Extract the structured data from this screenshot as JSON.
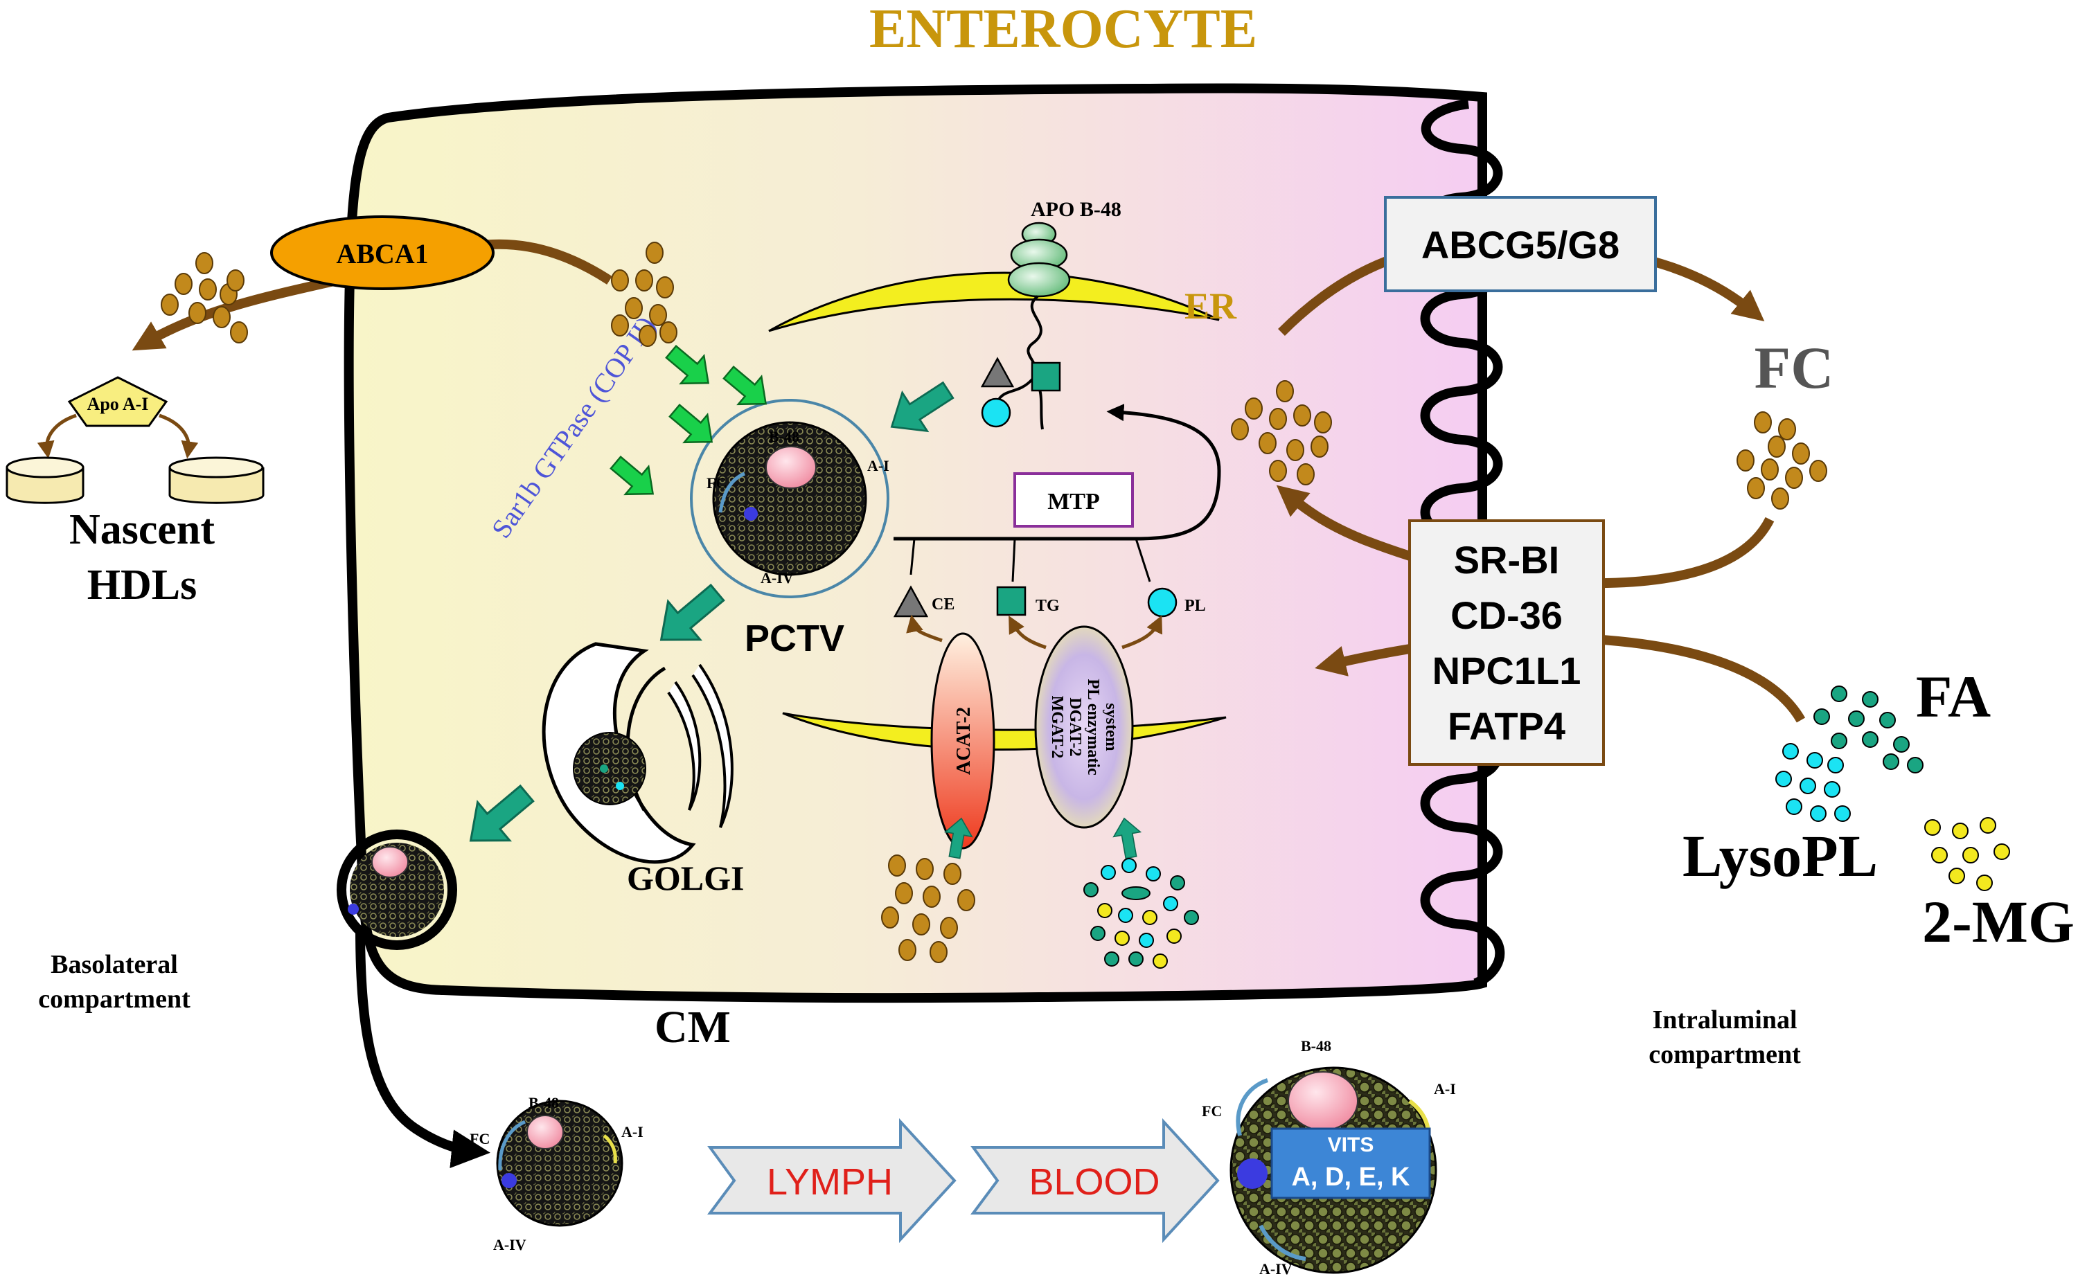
{
  "title": "ENTEROCYTE",
  "colors": {
    "title": "#C8960C",
    "membrane": "#000000",
    "arrow_brown": "#7A4A12",
    "arrow_green": "#1AA582",
    "er_yellow": "#F3EE1F",
    "abca1_orange": "#F5A000",
    "lymph_blood_text": "#E0201A",
    "vits_box": "#3D86D6",
    "pctv_circle": "#4A86A8",
    "mtp_box": "#8A2F9A",
    "sar1b_text": "#4E55D8"
  },
  "labels": {
    "apo_b48": "APO B-48",
    "er": "ER",
    "abcg5_g8": "ABCG5/G8",
    "fc_right": "FC",
    "sr_bi": "SR-BI",
    "cd36": "CD-36",
    "npc1l1": "NPC1L1",
    "fatp4": "FATP4",
    "fa": "FA",
    "lysopl": "LysoPL",
    "mg2": "2-MG",
    "abca1": "ABCA1",
    "apo_a1": "Apo A-I",
    "nascent": "Nascent",
    "hdls": "HDLs",
    "sar1b": "Sar1b GTPase (COP II)",
    "pctv": "PCTV",
    "mtp": "MTP",
    "ce": "CE",
    "tg": "TG",
    "pl": "PL",
    "acat2": "ACAT-2",
    "mgat2": "MGAT-2",
    "dgat2": "DGAT-2",
    "pl_enzymatic": "PL enzymatic",
    "system": "system",
    "golgi": "GOLGI",
    "basolateral": "Basolateral",
    "compartment_left": "compartment",
    "intraluminal": "Intraluminal",
    "compartment_right": "compartment",
    "cm": "CM",
    "lymph": "LYMPH",
    "blood": "BLOOD",
    "vits": "VITS",
    "vits_list": "A, D, E, K",
    "b48": "B-48",
    "a1": "A-I",
    "fc_small": "FC",
    "a4": "A-IV"
  }
}
